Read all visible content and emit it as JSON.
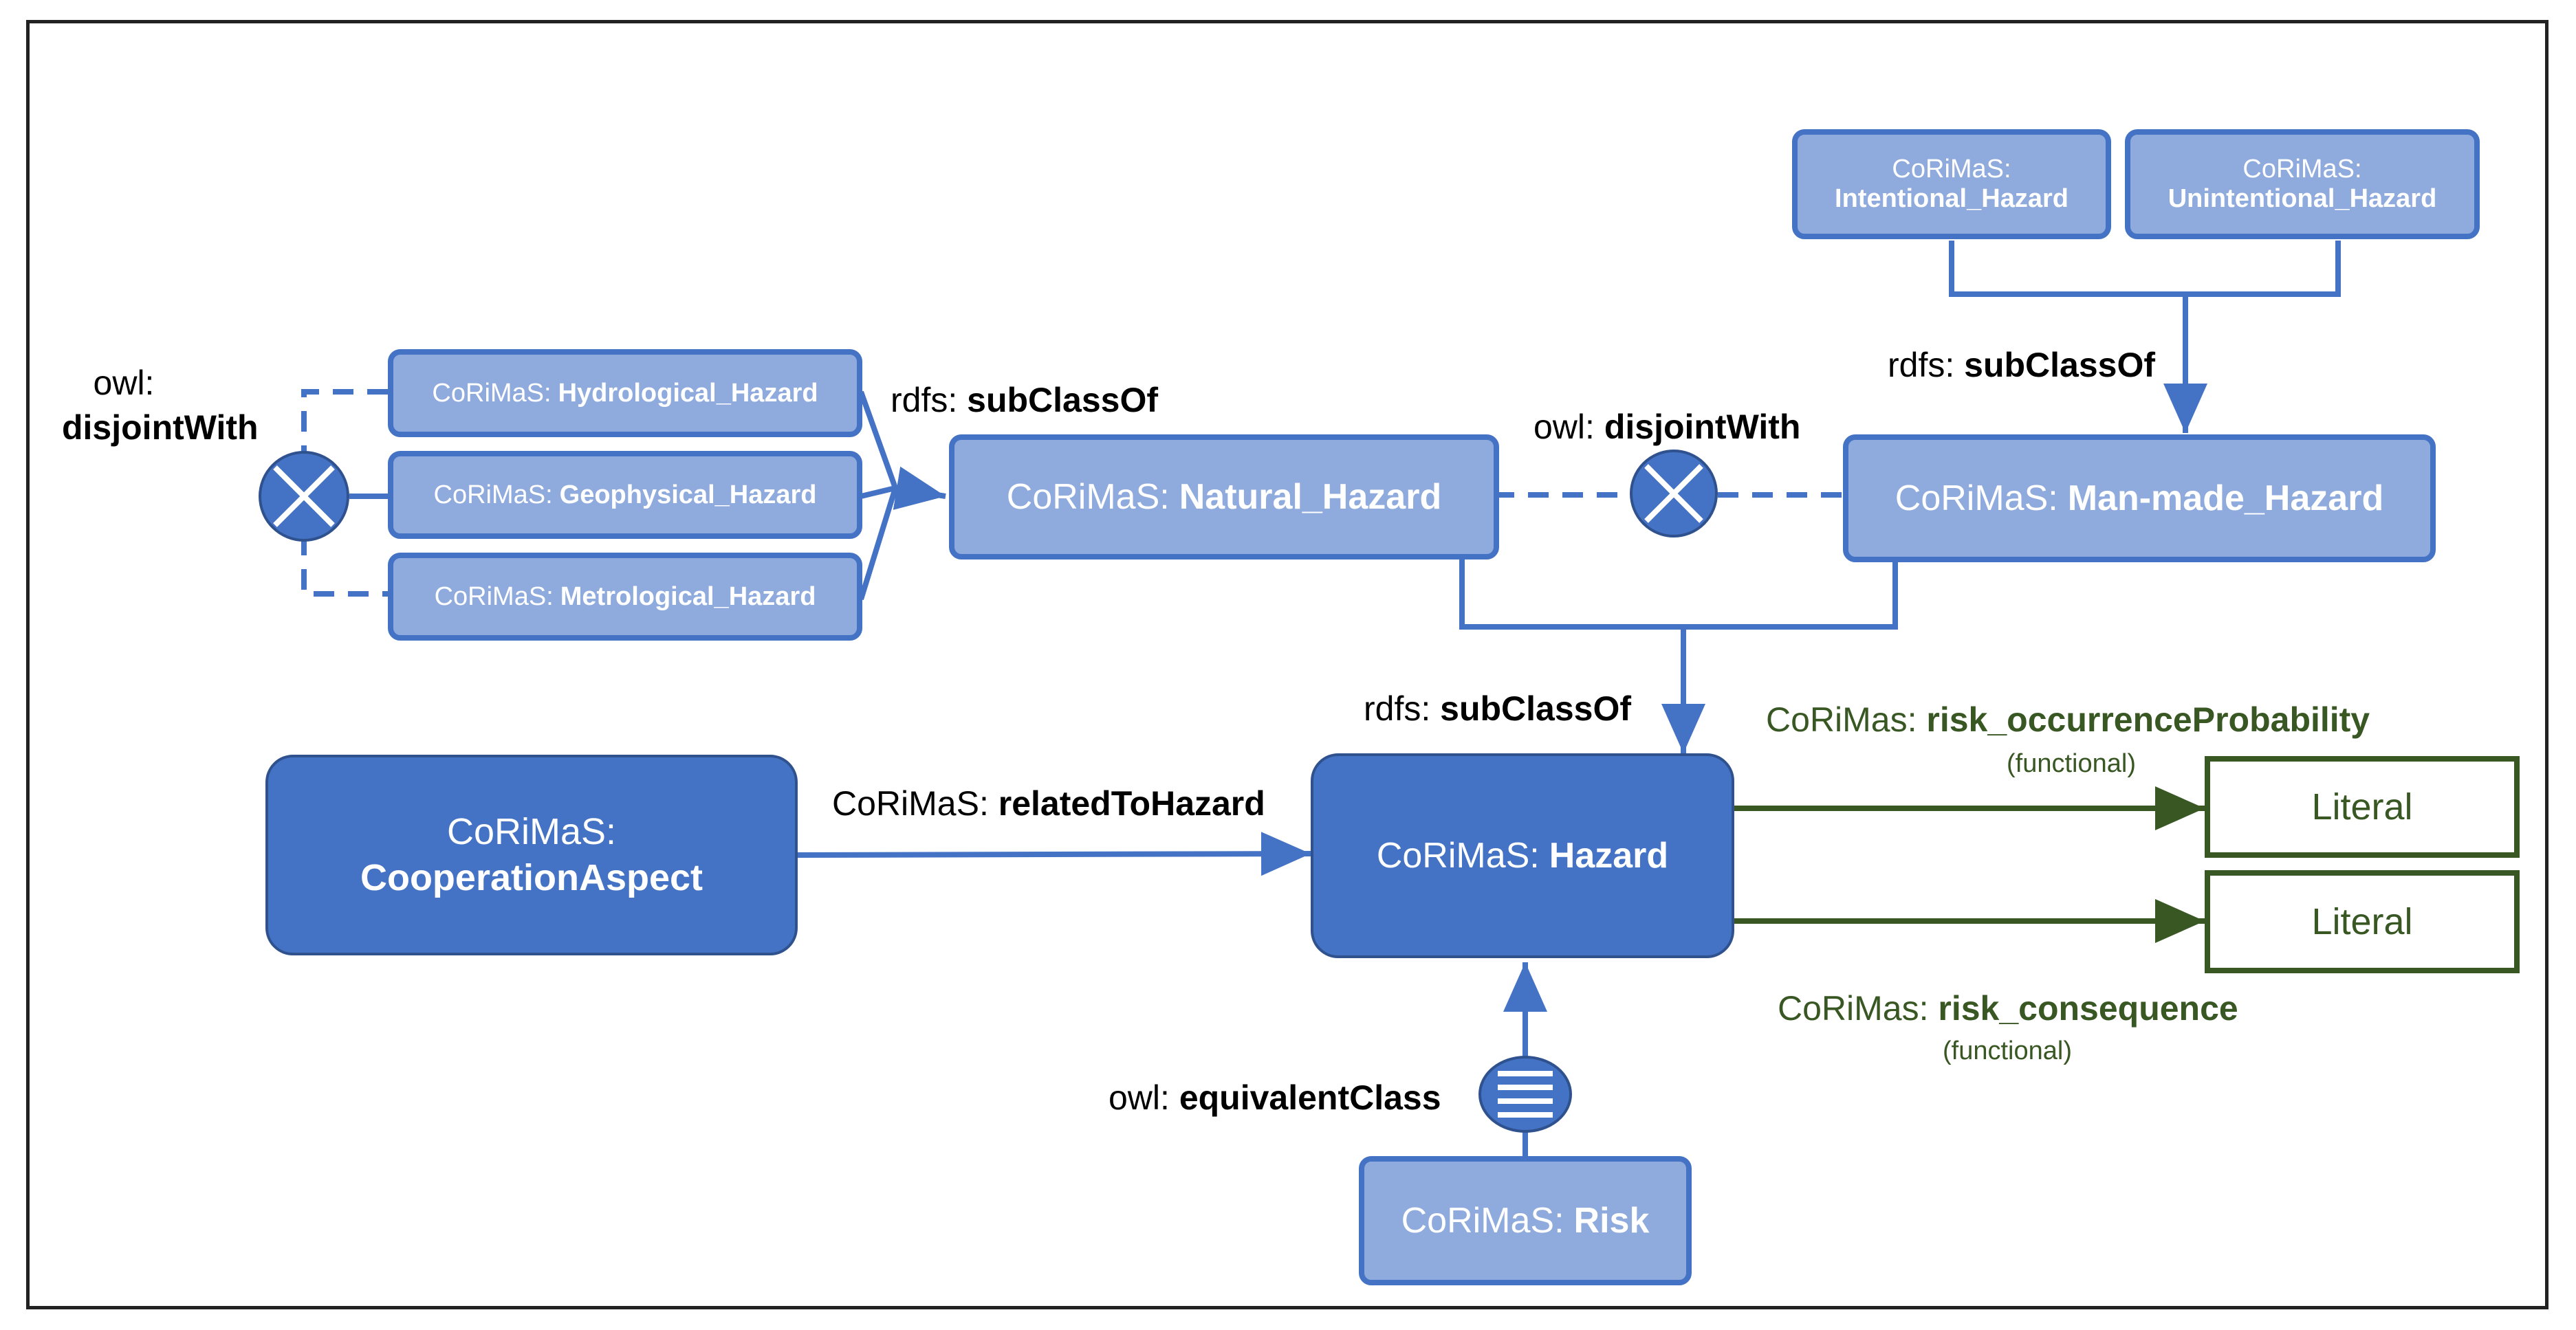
{
  "classes": {
    "intentional": {
      "prefix": "CoRiMaS:",
      "name": "Intentional_Hazard"
    },
    "unintentional": {
      "prefix": "CoRiMaS:",
      "name": "Unintentional_Hazard"
    },
    "hydrological": {
      "prefix": "CoRiMaS:",
      "name": "Hydrological_Hazard"
    },
    "geophysical": {
      "prefix": "CoRiMaS:",
      "name": "Geophysical_Hazard"
    },
    "metrological": {
      "prefix": "CoRiMaS:",
      "name": "Metrological_Hazard"
    },
    "natural": {
      "prefix": "CoRiMaS:",
      "name": "Natural_Hazard"
    },
    "manmade": {
      "prefix": "CoRiMaS:",
      "name": "Man-made_Hazard"
    },
    "cooperation": {
      "prefix": "CoRiMaS:",
      "name": "CooperationAspect"
    },
    "hazard": {
      "prefix": "CoRiMaS:",
      "name": "Hazard"
    },
    "risk": {
      "prefix": "CoRiMaS:",
      "name": "Risk"
    }
  },
  "literals": [
    "Literal",
    "Literal"
  ],
  "relations": {
    "disjoint_left": {
      "prefix": "owl:",
      "name": "disjointWith"
    },
    "subclass_natural": {
      "prefix": "rdfs:",
      "name": "subClassOf"
    },
    "disjoint_mid": {
      "prefix": "owl:",
      "name": "disjointWith"
    },
    "subclass_manmade": {
      "prefix": "rdfs:",
      "name": "subClassOf"
    },
    "subclass_hazard": {
      "prefix": "rdfs:",
      "name": "subClassOf"
    },
    "related": {
      "prefix": "CoRiMaS:",
      "name": "relatedToHazard"
    },
    "occurrence": {
      "prefix": "CoRiMas:",
      "name": "risk_occurrenceProbability",
      "note": "(functional)"
    },
    "consequence": {
      "prefix": "CoRiMas:",
      "name": "risk_consequence",
      "note": "(functional)"
    },
    "equivalent": {
      "prefix": "owl:",
      "name": "equivalentClass"
    }
  },
  "colors": {
    "class_fill": "#8faadc",
    "class_border": "#4472c4",
    "main_fill": "#4472c4",
    "literal_green": "#385723",
    "edge": "#4472c4"
  }
}
